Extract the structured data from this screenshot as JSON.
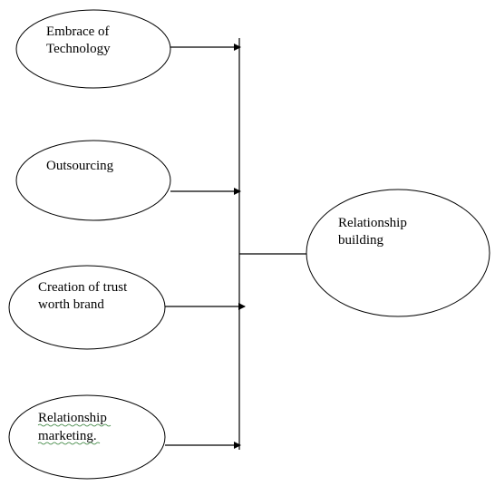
{
  "diagram": {
    "nodes": {
      "embrace_of_technology": {
        "line1": "Embrace of",
        "line2": "Technology"
      },
      "outsourcing": {
        "line1": "Outsourcing"
      },
      "creation_of_trust_worth_brand": {
        "line1": "Creation of trust",
        "line2": "worth brand"
      },
      "relationship_marketing": {
        "line1": "Relationship",
        "line2": "marketing."
      },
      "relationship_building": {
        "line1": "Relationship",
        "line2": "building"
      }
    }
  }
}
